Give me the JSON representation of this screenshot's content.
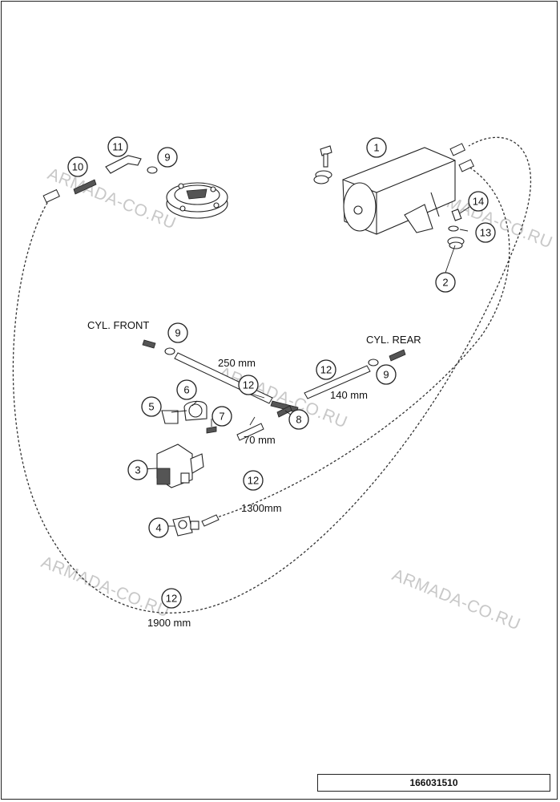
{
  "diagram": {
    "callouts": [
      {
        "id": "c1",
        "num": "1"
      },
      {
        "id": "c2",
        "num": "2"
      },
      {
        "id": "c3",
        "num": "3"
      },
      {
        "id": "c4",
        "num": "4"
      },
      {
        "id": "c5",
        "num": "5"
      },
      {
        "id": "c6",
        "num": "6"
      },
      {
        "id": "c7",
        "num": "7"
      },
      {
        "id": "c8",
        "num": "8"
      },
      {
        "id": "c9a",
        "num": "9"
      },
      {
        "id": "c9b",
        "num": "9"
      },
      {
        "id": "c9c",
        "num": "9"
      },
      {
        "id": "c10",
        "num": "10"
      },
      {
        "id": "c11",
        "num": "11"
      },
      {
        "id": "c12a",
        "num": "12"
      },
      {
        "id": "c12b",
        "num": "12"
      },
      {
        "id": "c12c",
        "num": "12"
      },
      {
        "id": "c12d",
        "num": "12"
      },
      {
        "id": "c13",
        "num": "13"
      },
      {
        "id": "c14",
        "num": "14"
      }
    ],
    "labels": {
      "cyl_front": "CYL. FRONT",
      "cyl_rear": "CYL. REAR",
      "len_250": "250 mm",
      "len_140": "140 mm",
      "len_70": "70 mm",
      "len_1300": "1300mm",
      "len_1900": "1900 mm"
    },
    "watermark": "ARMADA-CO.RU",
    "doc_number": "166031510"
  }
}
